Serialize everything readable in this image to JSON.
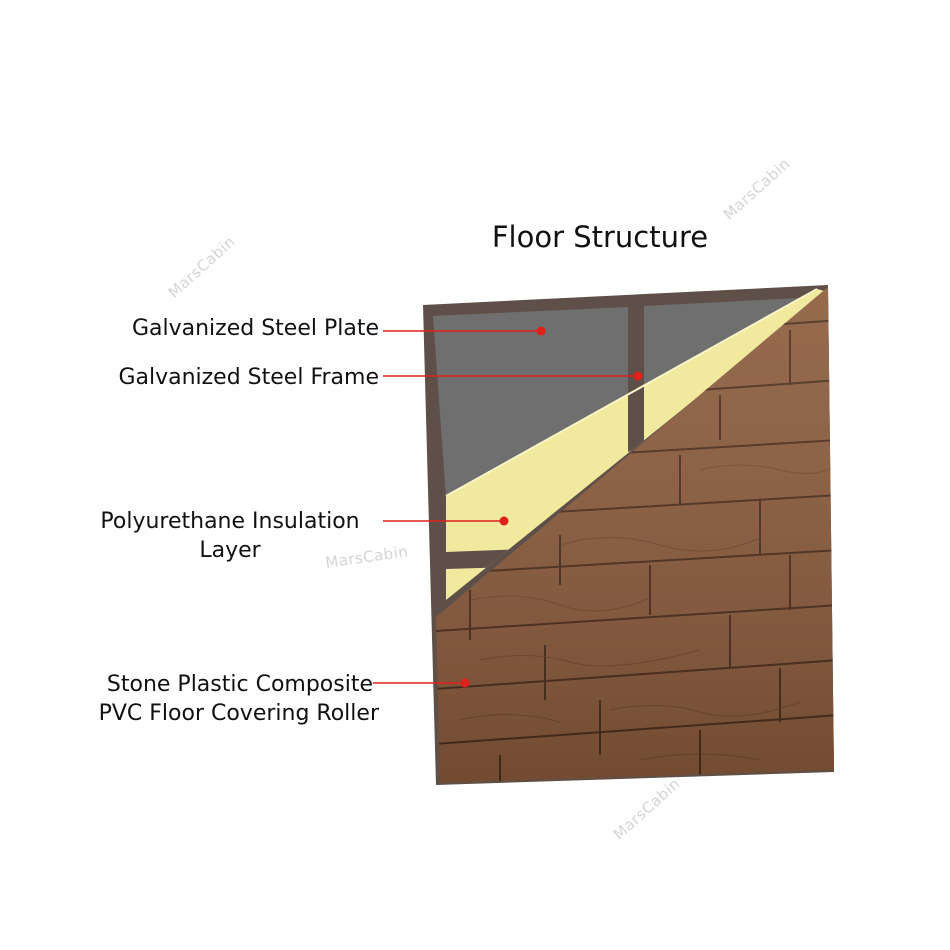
{
  "diagram": {
    "title": "Floor Structure",
    "labels": [
      {
        "lines": [
          "Galvanized Steel Plate"
        ]
      },
      {
        "lines": [
          "Galvanized Steel Frame"
        ]
      },
      {
        "lines": [
          "Polyurethane Insulation",
          "Layer"
        ]
      },
      {
        "lines": [
          "Stone Plastic Composite",
          "PVC Floor Covering Roller"
        ]
      }
    ],
    "watermark_text": "MarsCabin",
    "colors": {
      "frame": "#5e4f48",
      "steel_plate": "#6f6f6f",
      "insulation": "#f1ea9e",
      "wood": "#8a5a3a",
      "wood_dark": "#6b4128",
      "leader_line": "#e0201a",
      "text": "#111111"
    }
  }
}
